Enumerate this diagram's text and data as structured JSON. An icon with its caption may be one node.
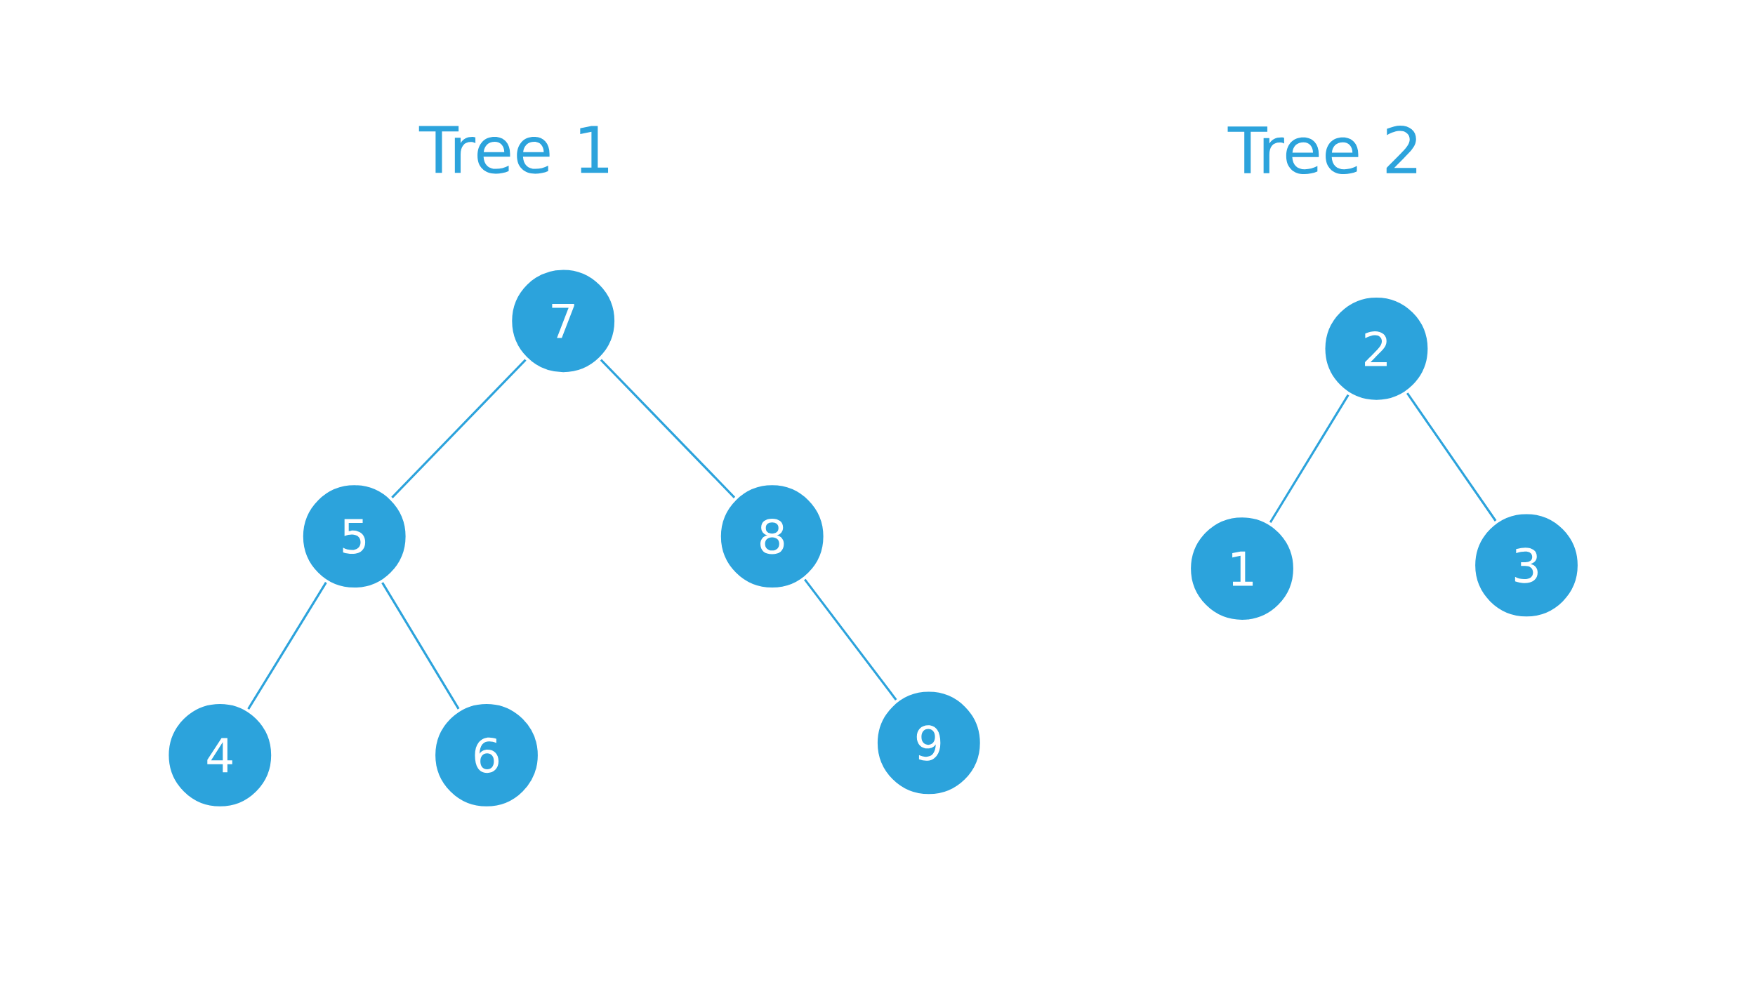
{
  "diagram": {
    "nodes": [
      {
        "text": [
          "7"
        ]
      },
      {
        "text": [
          "5"
        ]
      },
      {
        "text": [
          "8"
        ]
      },
      {
        "text": [
          "4"
        ]
      },
      {
        "text": [
          "6"
        ]
      },
      {
        "text": [
          "9"
        ]
      },
      {
        "text": [
          "2"
        ]
      },
      {
        "text": [
          "1"
        ]
      },
      {
        "text": [
          "3"
        ]
      }
    ],
    "edges": [
      {
        "from": 0,
        "to": 1,
        "arrow": "none"
      },
      {
        "from": 0,
        "to": 2,
        "arrow": "none"
      },
      {
        "from": 1,
        "to": 3,
        "arrow": "none"
      },
      {
        "from": 1,
        "to": 4,
        "arrow": "none"
      },
      {
        "from": 2,
        "to": 5,
        "arrow": "none"
      },
      {
        "from": 6,
        "to": 7,
        "arrow": "none"
      },
      {
        "from": 6,
        "to": 8,
        "arrow": "none"
      }
    ],
    "labels": [
      "Tree 1",
      "Tree 2"
    ]
  }
}
